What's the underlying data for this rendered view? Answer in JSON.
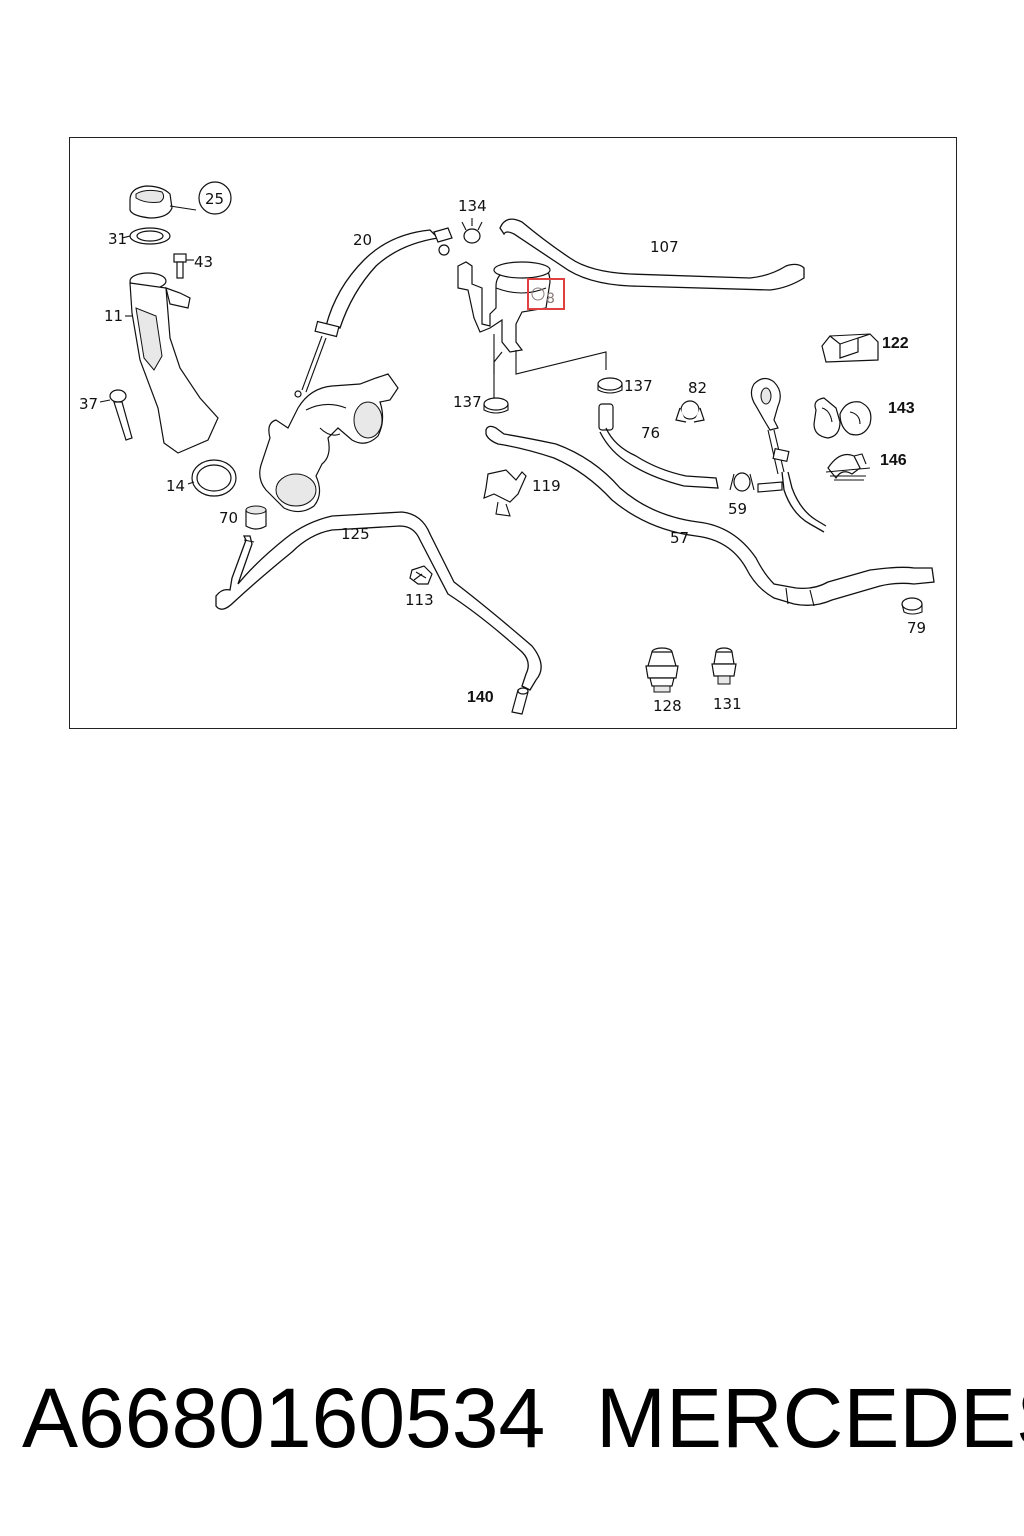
{
  "diagram": {
    "labels": {
      "p25": "25",
      "p31": "31",
      "p43": "43",
      "p11": "11",
      "p37": "37",
      "p14": "14",
      "p70": "70",
      "p20": "20",
      "p134": "134",
      "p107": "107",
      "p8": "8",
      "p122": "122",
      "p137a": "137",
      "p137b": "137",
      "p82": "82",
      "p143": "143",
      "p76": "76",
      "p146": "146",
      "p119": "119",
      "p59": "59",
      "p125": "125",
      "p57": "57",
      "p113": "113",
      "p79": "79",
      "p140": "140",
      "p128": "128",
      "p131": "131"
    },
    "highlighted_part": "8",
    "highlight_color": "#e04040"
  },
  "footer": {
    "part_number": "A6680160534",
    "brand": "MERCEDES"
  }
}
